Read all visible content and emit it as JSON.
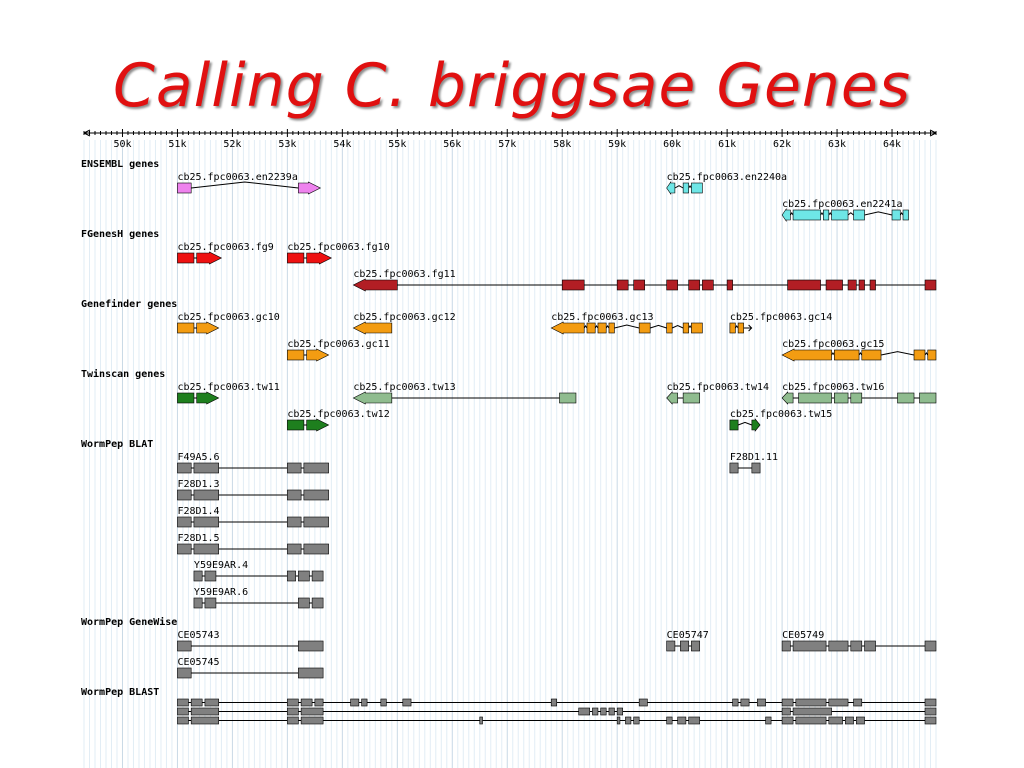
{
  "slide": {
    "title": "Calling C. briggsae Genes"
  },
  "colors": {
    "ensembl": "#ee82ee",
    "ensembl_b": "#6ee6e6",
    "fgenesh": "#ee1111",
    "fgenesh_b": "#b21e24",
    "genefinder": "#f39c12",
    "twinscan": "#1e7f1e",
    "twinscan_b": "#8fbc8f",
    "blat": "#808080"
  },
  "ruler": {
    "start_kb": 49.3,
    "end_kb": 64.8,
    "ticks_kb": [
      50,
      51,
      52,
      53,
      54,
      55,
      56,
      57,
      58,
      59,
      60,
      61,
      62,
      63,
      64
    ],
    "tick_labels": [
      "50k",
      "51k",
      "52k",
      "53k",
      "54k",
      "55k",
      "56k",
      "57k",
      "58k",
      "59k",
      "60k",
      "61k",
      "62k",
      "63k",
      "64k"
    ]
  },
  "tracks": [
    {
      "label": "ENSEMBL genes",
      "features": [
        {
          "label": "cb25.fpc0063.en2239a",
          "color": "ensembl",
          "row": 0,
          "exons": [
            [
              51.0,
              51.25
            ],
            [
              53.2,
              53.6
            ]
          ],
          "strand": "+",
          "intron": "arc"
        },
        {
          "label": "cb25.fpc0063.en2240a",
          "color": "ensembl_b",
          "row": 0,
          "exons": [
            [
              59.9,
              60.05
            ],
            [
              60.2,
              60.3
            ],
            [
              60.35,
              60.55
            ]
          ],
          "strand": "-",
          "intron": "arc"
        },
        {
          "label": "cb25.fpc0063.en2241a",
          "color": "ensembl_b",
          "row": 1,
          "exons": [
            [
              62.0,
              62.15
            ],
            [
              62.2,
              62.7
            ],
            [
              62.75,
              62.85
            ],
            [
              62.9,
              63.2
            ],
            [
              63.3,
              63.5
            ],
            [
              64.0,
              64.15
            ],
            [
              64.2,
              64.3
            ]
          ],
          "strand": "-",
          "intron": "arc",
          "clip": true
        }
      ]
    },
    {
      "label": "FGenesH genes",
      "features": [
        {
          "label": "cb25.fpc0063.fg9",
          "color": "fgenesh",
          "row": 0,
          "exons": [
            [
              51.0,
              51.3
            ],
            [
              51.35,
              51.8
            ]
          ],
          "strand": "+",
          "intron": "line"
        },
        {
          "label": "cb25.fpc0063.fg10",
          "color": "fgenesh",
          "row": 0,
          "exons": [
            [
              53.0,
              53.3
            ],
            [
              53.35,
              53.8
            ]
          ],
          "strand": "+",
          "intron": "line"
        },
        {
          "label": "cb25.fpc0063.fg11",
          "color": "fgenesh_b",
          "row": 1,
          "exons": [
            [
              54.2,
              55.0
            ],
            [
              58.0,
              58.4
            ],
            [
              59.0,
              59.2
            ],
            [
              59.3,
              59.5
            ],
            [
              59.9,
              60.1
            ],
            [
              60.3,
              60.5
            ],
            [
              60.55,
              60.75
            ],
            [
              61.0,
              61.1
            ],
            [
              62.1,
              62.7
            ],
            [
              62.8,
              63.1
            ],
            [
              63.2,
              63.35
            ],
            [
              63.4,
              63.5
            ],
            [
              63.6,
              63.7
            ],
            [
              64.6,
              64.8
            ]
          ],
          "strand": "-",
          "intron": "line",
          "clip": true
        }
      ]
    },
    {
      "label": "Genefinder genes",
      "features": [
        {
          "label": "cb25.fpc0063.gc10",
          "color": "genefinder",
          "row": 0,
          "exons": [
            [
              51.0,
              51.3
            ],
            [
              51.35,
              51.75
            ]
          ],
          "strand": "+",
          "intron": "line"
        },
        {
          "label": "cb25.fpc0063.gc12",
          "color": "genefinder",
          "row": 0,
          "exons": [
            [
              54.2,
              54.9
            ]
          ],
          "strand": "-",
          "intron": "line"
        },
        {
          "label": "cb25.fpc0063.gc13",
          "color": "genefinder",
          "row": 0,
          "exons": [
            [
              57.8,
              58.4
            ],
            [
              58.45,
              58.6
            ],
            [
              58.65,
              58.8
            ],
            [
              58.85,
              58.95
            ],
            [
              59.4,
              59.6
            ],
            [
              59.9,
              60.0
            ],
            [
              60.2,
              60.3
            ],
            [
              60.35,
              60.55
            ]
          ],
          "strand": "-",
          "intron": "arc"
        },
        {
          "label": "cb25.fpc0063.gc14",
          "color": "genefinder",
          "row": 0,
          "exons": [
            [
              61.05,
              61.15
            ],
            [
              61.2,
              61.3
            ]
          ],
          "strand": "+",
          "intron": "arc"
        },
        {
          "label": "cb25.fpc0063.gc11",
          "color": "genefinder",
          "row": 1,
          "exons": [
            [
              53.0,
              53.3
            ],
            [
              53.35,
              53.75
            ]
          ],
          "strand": "+",
          "intron": "line"
        },
        {
          "label": "cb25.fpc0063.gc15",
          "color": "genefinder",
          "row": 1,
          "exons": [
            [
              62.0,
              62.9
            ],
            [
              62.95,
              63.4
            ],
            [
              63.45,
              63.8
            ],
            [
              64.4,
              64.6
            ],
            [
              64.65,
              64.8
            ]
          ],
          "strand": "-",
          "intron": "arc",
          "clip": true
        }
      ]
    },
    {
      "label": "Twinscan genes",
      "features": [
        {
          "label": "cb25.fpc0063.tw11",
          "color": "twinscan",
          "row": 0,
          "exons": [
            [
              51.0,
              51.3
            ],
            [
              51.35,
              51.75
            ]
          ],
          "strand": "+",
          "intron": "line"
        },
        {
          "label": "cb25.fpc0063.tw13",
          "color": "twinscan_b",
          "row": 0,
          "exons": [
            [
              54.2,
              54.9
            ],
            [
              57.95,
              58.25
            ]
          ],
          "strand": "-",
          "intron": "line"
        },
        {
          "label": "cb25.fpc0063.tw14",
          "color": "twinscan_b",
          "row": 0,
          "exons": [
            [
              59.9,
              60.1
            ],
            [
              60.2,
              60.5
            ]
          ],
          "strand": "-",
          "intron": "line"
        },
        {
          "label": "cb25.fpc0063.tw16",
          "color": "twinscan_b",
          "row": 0,
          "exons": [
            [
              62.0,
              62.2
            ],
            [
              62.3,
              62.9
            ],
            [
              62.95,
              63.2
            ],
            [
              63.25,
              63.45
            ],
            [
              64.1,
              64.4
            ],
            [
              64.5,
              64.8
            ]
          ],
          "strand": "-",
          "intron": "line",
          "clip": true
        },
        {
          "label": "cb25.fpc0063.tw12",
          "color": "twinscan",
          "row": 1,
          "exons": [
            [
              53.0,
              53.3
            ],
            [
              53.35,
              53.75
            ]
          ],
          "strand": "+",
          "intron": "line"
        },
        {
          "label": "cb25.fpc0063.tw15",
          "color": "twinscan",
          "row": 1,
          "exons": [
            [
              61.05,
              61.2
            ],
            [
              61.45,
              61.6
            ]
          ],
          "strand": "+",
          "intron": "arc"
        }
      ]
    },
    {
      "label": "WormPep BLAT",
      "features": [
        {
          "label": "F49A5.6",
          "color": "blat",
          "row": 0,
          "exons": [
            [
              51.0,
              51.25
            ],
            [
              51.3,
              51.75
            ],
            [
              53.0,
              53.25
            ],
            [
              53.3,
              53.75
            ]
          ],
          "strand": "",
          "intron": "line"
        },
        {
          "label": "F28D1.11",
          "color": "blat",
          "row": 0,
          "exons": [
            [
              61.05,
              61.2
            ],
            [
              61.45,
              61.6
            ]
          ],
          "strand": "",
          "intron": "line"
        },
        {
          "label": "F28D1.3",
          "color": "blat",
          "row": 1,
          "exons": [
            [
              51.0,
              51.25
            ],
            [
              51.3,
              51.75
            ],
            [
              53.0,
              53.25
            ],
            [
              53.3,
              53.75
            ]
          ],
          "strand": "",
          "intron": "line"
        },
        {
          "label": "F28D1.4",
          "color": "blat",
          "row": 2,
          "exons": [
            [
              51.0,
              51.25
            ],
            [
              51.3,
              51.75
            ],
            [
              53.0,
              53.25
            ],
            [
              53.3,
              53.75
            ]
          ],
          "strand": "",
          "intron": "line"
        },
        {
          "label": "F28D1.5",
          "color": "blat",
          "row": 3,
          "exons": [
            [
              51.0,
              51.25
            ],
            [
              51.3,
              51.75
            ],
            [
              53.0,
              53.25
            ],
            [
              53.3,
              53.75
            ]
          ],
          "strand": "",
          "intron": "line"
        },
        {
          "label": "Y59E9AR.4",
          "color": "blat",
          "row": 4,
          "exons": [
            [
              51.3,
              51.45
            ],
            [
              51.5,
              51.7
            ],
            [
              53.0,
              53.15
            ],
            [
              53.2,
              53.4
            ],
            [
              53.45,
              53.65
            ]
          ],
          "strand": "",
          "intron": "line"
        },
        {
          "label": "Y59E9AR.6",
          "color": "blat",
          "row": 5,
          "exons": [
            [
              51.3,
              51.45
            ],
            [
              51.5,
              51.7
            ],
            [
              53.2,
              53.4
            ],
            [
              53.45,
              53.65
            ]
          ],
          "strand": "",
          "intron": "line"
        }
      ]
    },
    {
      "label": "WormPep GeneWise",
      "features": [
        {
          "label": "CE05743",
          "color": "blat",
          "row": 0,
          "exons": [
            [
              51.0,
              51.25
            ],
            [
              53.2,
              53.65
            ]
          ],
          "strand": "",
          "intron": "line"
        },
        {
          "label": "CE05747",
          "color": "blat",
          "row": 0,
          "exons": [
            [
              59.9,
              60.05
            ],
            [
              60.15,
              60.3
            ],
            [
              60.35,
              60.5
            ]
          ],
          "strand": "",
          "intron": "line"
        },
        {
          "label": "CE05749",
          "color": "blat",
          "row": 0,
          "exons": [
            [
              62.0,
              62.15
            ],
            [
              62.2,
              62.8
            ],
            [
              62.85,
              63.2
            ],
            [
              63.25,
              63.45
            ],
            [
              63.5,
              63.7
            ],
            [
              64.6,
              64.8
            ]
          ],
          "strand": "",
          "intron": "line",
          "clip": true
        },
        {
          "label": "CE05745",
          "color": "blat",
          "row": 1,
          "exons": [
            [
              51.0,
              51.25
            ],
            [
              53.2,
              53.65
            ]
          ],
          "strand": "",
          "intron": "line"
        }
      ]
    },
    {
      "label": "WormPep BLAST",
      "features": [
        {
          "label": "",
          "color": "blat",
          "row": 0,
          "exons": [
            [
              51.0,
              51.2
            ],
            [
              51.25,
              51.45
            ],
            [
              51.5,
              51.75
            ],
            [
              53.0,
              53.2
            ],
            [
              53.25,
              53.45
            ],
            [
              53.5,
              53.65
            ],
            [
              54.15,
              54.3
            ],
            [
              54.35,
              54.45
            ],
            [
              54.7,
              54.8
            ],
            [
              55.1,
              55.25
            ],
            [
              57.8,
              57.9
            ],
            [
              59.4,
              59.55
            ],
            [
              61.1,
              61.2
            ],
            [
              61.25,
              61.4
            ],
            [
              61.55,
              61.7
            ],
            [
              62.0,
              62.2
            ],
            [
              62.25,
              62.8
            ],
            [
              62.85,
              63.2
            ],
            [
              63.3,
              63.45
            ],
            [
              64.6,
              64.8
            ]
          ],
          "strand": "",
          "intron": "line"
        },
        {
          "label": "",
          "color": "blat",
          "row": 1,
          "exons": [
            [
              51.0,
              51.2
            ],
            [
              51.25,
              51.75
            ],
            [
              53.0,
              53.2
            ],
            [
              53.25,
              53.65
            ],
            [
              58.3,
              58.5
            ],
            [
              58.55,
              58.65
            ],
            [
              58.7,
              58.8
            ],
            [
              58.85,
              58.95
            ],
            [
              59.0,
              59.1
            ],
            [
              62.0,
              62.15
            ],
            [
              62.2,
              62.9
            ],
            [
              64.6,
              64.8
            ]
          ],
          "strand": "",
          "intron": "line"
        },
        {
          "label": "",
          "color": "blat",
          "row": 2,
          "exons": [
            [
              51.0,
              51.2
            ],
            [
              51.25,
              51.75
            ],
            [
              53.0,
              53.2
            ],
            [
              53.25,
              53.65
            ],
            [
              56.5,
              56.55
            ],
            [
              59.0,
              59.05
            ],
            [
              59.15,
              59.25
            ],
            [
              59.3,
              59.4
            ],
            [
              59.9,
              60.0
            ],
            [
              60.1,
              60.25
            ],
            [
              60.3,
              60.5
            ],
            [
              61.7,
              61.8
            ],
            [
              62.0,
              62.2
            ],
            [
              62.25,
              62.8
            ],
            [
              62.85,
              63.1
            ],
            [
              63.15,
              63.3
            ],
            [
              63.35,
              63.5
            ],
            [
              64.6,
              64.8
            ]
          ],
          "strand": "",
          "intron": "line"
        }
      ]
    }
  ]
}
